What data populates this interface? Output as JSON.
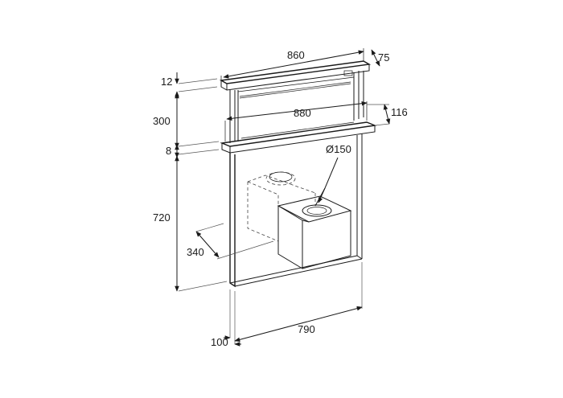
{
  "dimensions": {
    "top_width": "860",
    "top_depth": "75",
    "top_thickness": "12",
    "body_height": "300",
    "body_width": "880",
    "body_depth": "116",
    "flange_thickness": "8",
    "duct_diameter": "Ø150",
    "lower_height": "720",
    "fan_depth": "340",
    "base_offset": "100",
    "base_width": "790"
  },
  "colors": {
    "line": "#1a1a1a",
    "hidden": "#444444",
    "background": "#ffffff"
  }
}
